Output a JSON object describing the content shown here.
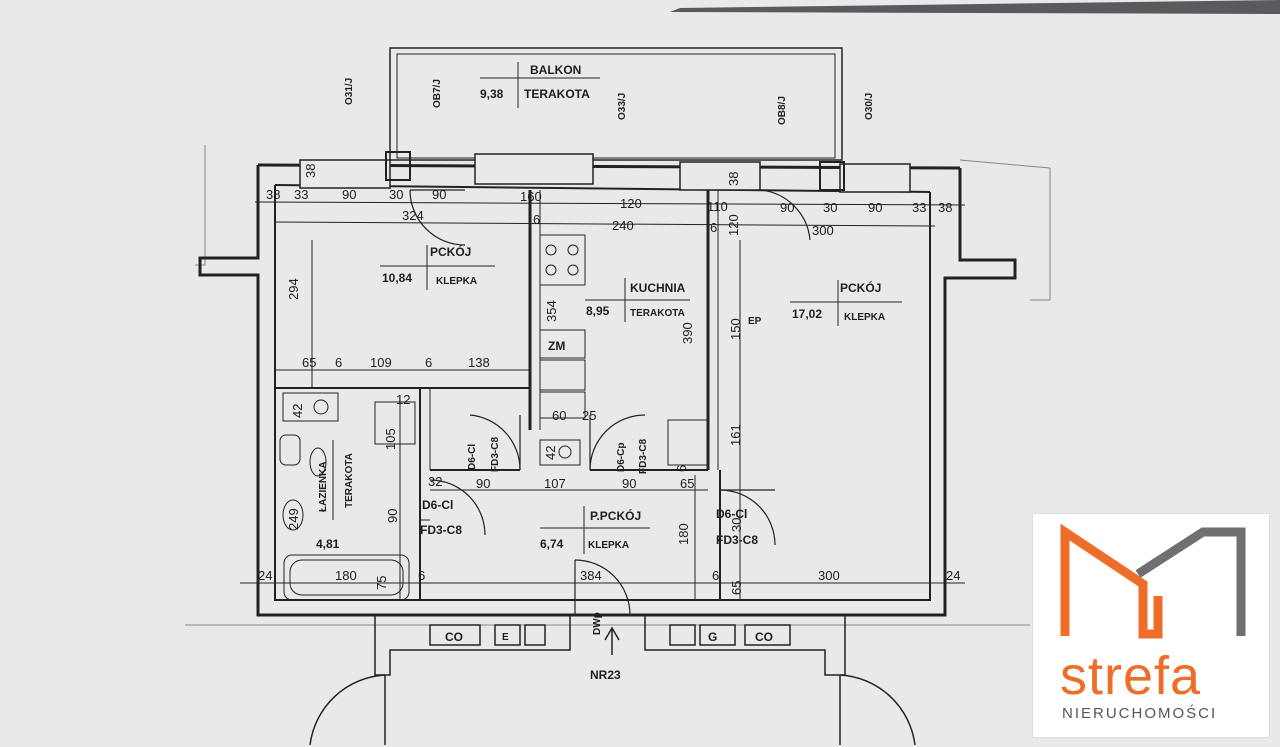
{
  "rooms": {
    "balkon": {
      "name": "BALKON",
      "area": "9,38",
      "finish": "TERAKOTA"
    },
    "pokoj1": {
      "name": "PCKÓJ",
      "area": "10,84",
      "finish": "KLEPKA"
    },
    "kuchnia": {
      "name": "KUCHNIA",
      "area": "8,95",
      "finish": "TERAKOTA"
    },
    "pokoj2": {
      "name": "PCKÓJ",
      "area": "17,02",
      "finish": "KLEPKA"
    },
    "przedpokoj": {
      "name": "P.PCKÓJ",
      "area": "6,74",
      "finish": "KLEPKA"
    },
    "lazienka": {
      "name": "ŁAZIENKA",
      "area": "4,81",
      "finish": "TERAKOTA"
    }
  },
  "window_codes": [
    "O31/J",
    "OB7/J",
    "O33/J",
    "OB8/J",
    "O30/J"
  ],
  "door_codes": [
    "D6-Cl",
    "FD3-C8",
    "D6-Cp",
    "FD3-C8",
    "D6-Cl",
    "FD3-C8",
    "D6-Cl",
    "FD3-C8",
    "DWp"
  ],
  "entrance": "NR23",
  "fixtures": {
    "zm": "ZM",
    "ep": "EP",
    "co1": "CO",
    "co2": "CO",
    "g": "G",
    "e": "E"
  },
  "dimensions": {
    "top_row": [
      "38",
      "33",
      "90",
      "30",
      "90",
      "160",
      "120",
      "110",
      "90",
      "30",
      "90",
      "33",
      "38"
    ],
    "top_row2": [
      "324",
      "6",
      "240",
      "6",
      "120",
      "300"
    ],
    "vertical_top": [
      "38",
      "38"
    ],
    "left": [
      "294"
    ],
    "mid_row": [
      "65",
      "6",
      "109",
      "6",
      "138"
    ],
    "kitchen": [
      "354",
      "390",
      "150",
      "161",
      "60",
      "25",
      "42",
      "12",
      "42",
      "105",
      "6"
    ],
    "hall_row": [
      "32",
      "90",
      "107",
      "90",
      "65"
    ],
    "bath": [
      "249",
      "90",
      "180",
      "75",
      "6",
      "24"
    ],
    "bottom_row": [
      "384",
      "180",
      "6",
      "300",
      "24",
      "65",
      "30"
    ]
  },
  "brand": {
    "name": "strefa",
    "subtitle": "NIERUCHOMOŚCI",
    "accent_color": "#ee6d29",
    "gray_color": "#6f6f74"
  }
}
